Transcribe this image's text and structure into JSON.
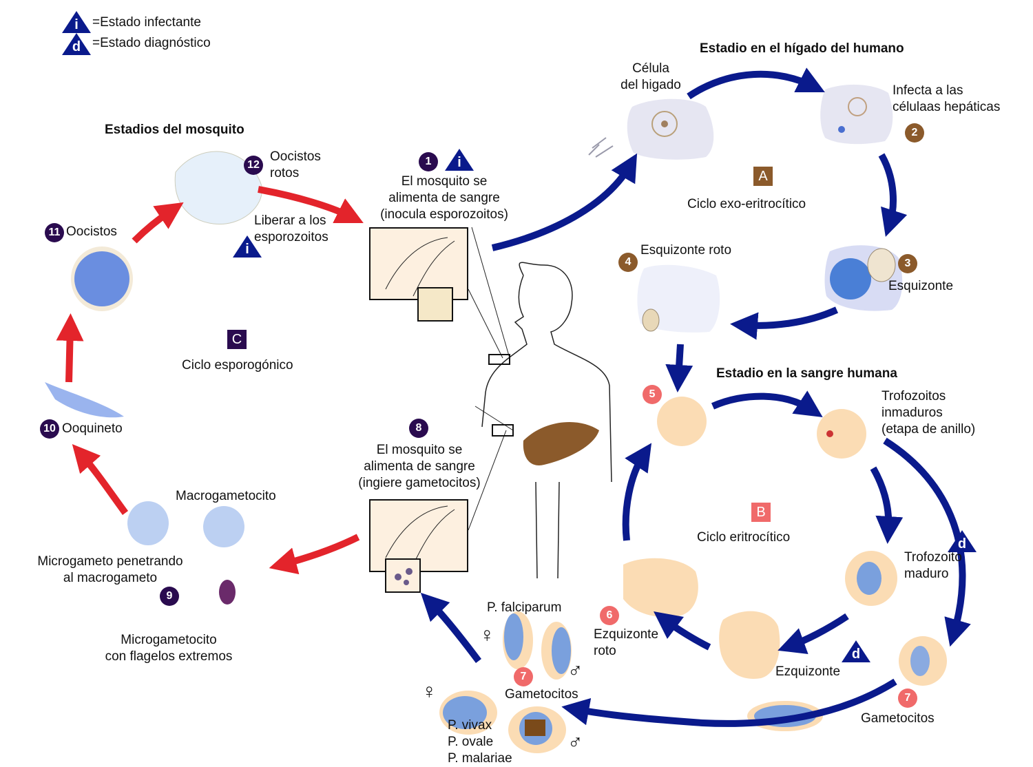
{
  "legend": {
    "infective": {
      "symbol": "i",
      "label": "=Estado infectante"
    },
    "diagnostic": {
      "symbol": "d",
      "label": "=Estado diagnóstico"
    }
  },
  "colors": {
    "mosquito_badge": "#2a0b4f",
    "liver_badge": "#8b5a2b",
    "blood_badge": "#f06a6a",
    "blue_arrow": "#0a1a8c",
    "red_arrow": "#e3242b",
    "triangle": "#0a1a8c"
  },
  "sections": {
    "liver_title": "Estadio en el hígado del humano",
    "mosquito_title": "Estadios del mosquito",
    "blood_title": "Estadio en la sangre humana"
  },
  "cycles": {
    "A": {
      "letter": "A",
      "label": "Ciclo exo-eritrocítico"
    },
    "B": {
      "letter": "B",
      "label": "Ciclo eritrocítico"
    },
    "C": {
      "letter": "C",
      "label": "Ciclo esporogónico"
    }
  },
  "stages": {
    "s1": {
      "num": "1",
      "symbol": "i",
      "line1": "El mosquito se",
      "line2": "alimenta de sangre",
      "line3": "(inocula esporozoitos)"
    },
    "liver_cell": {
      "line1": "Célula",
      "line2": "del higado"
    },
    "s2": {
      "num": "2",
      "line1": "Infecta a las",
      "line2": "célulaas hepáticas"
    },
    "s3": {
      "num": "3",
      "label": "Esquizonte"
    },
    "s4": {
      "num": "4",
      "label": "Esquizonte roto"
    },
    "s5": {
      "num": "5"
    },
    "troph_immature": {
      "line1": "Trofozoitos",
      "line2": "inmaduros",
      "line3": "(etapa de anillo)"
    },
    "troph_mature": {
      "symbol": "d",
      "line1": "Trofozoito",
      "line2": "maduro"
    },
    "schizont": {
      "symbol": "d",
      "label": "Ezquizonte"
    },
    "s6": {
      "num": "6",
      "line1": "Ezquizonte",
      "line2": "roto"
    },
    "s7a": {
      "num": "7",
      "label": "Gametocitos"
    },
    "s7b": {
      "num": "7",
      "label": "Gametocitos"
    },
    "falciparum": "P.  falciparum",
    "vivax": [
      "P. vivax",
      "P. ovale",
      "P. malariae"
    ],
    "female_symbol": "♀",
    "male_symbol": "♂",
    "s8": {
      "num": "8",
      "line1": "El mosquito se",
      "line2": "alimenta de sangre",
      "line3": "(ingiere gametocitos)"
    },
    "s9": {
      "num": "9"
    },
    "macrogametocyte": "Macrogametocito",
    "micro_penetrating": {
      "line1": "Microgameto penetrando",
      "line2": "al macrogameto"
    },
    "microgametocyte": {
      "line1": "Microgametocito",
      "line2": "con flagelos extremos"
    },
    "s10": {
      "num": "10",
      "label": "Ooquineto"
    },
    "s11": {
      "num": "11",
      "label": "Oocistos"
    },
    "s12": {
      "num": "12",
      "line1": "Oocistos",
      "line2": "rotos"
    },
    "release": {
      "symbol": "i",
      "line1": "Liberar a los",
      "line2": "esporozoitos"
    }
  }
}
